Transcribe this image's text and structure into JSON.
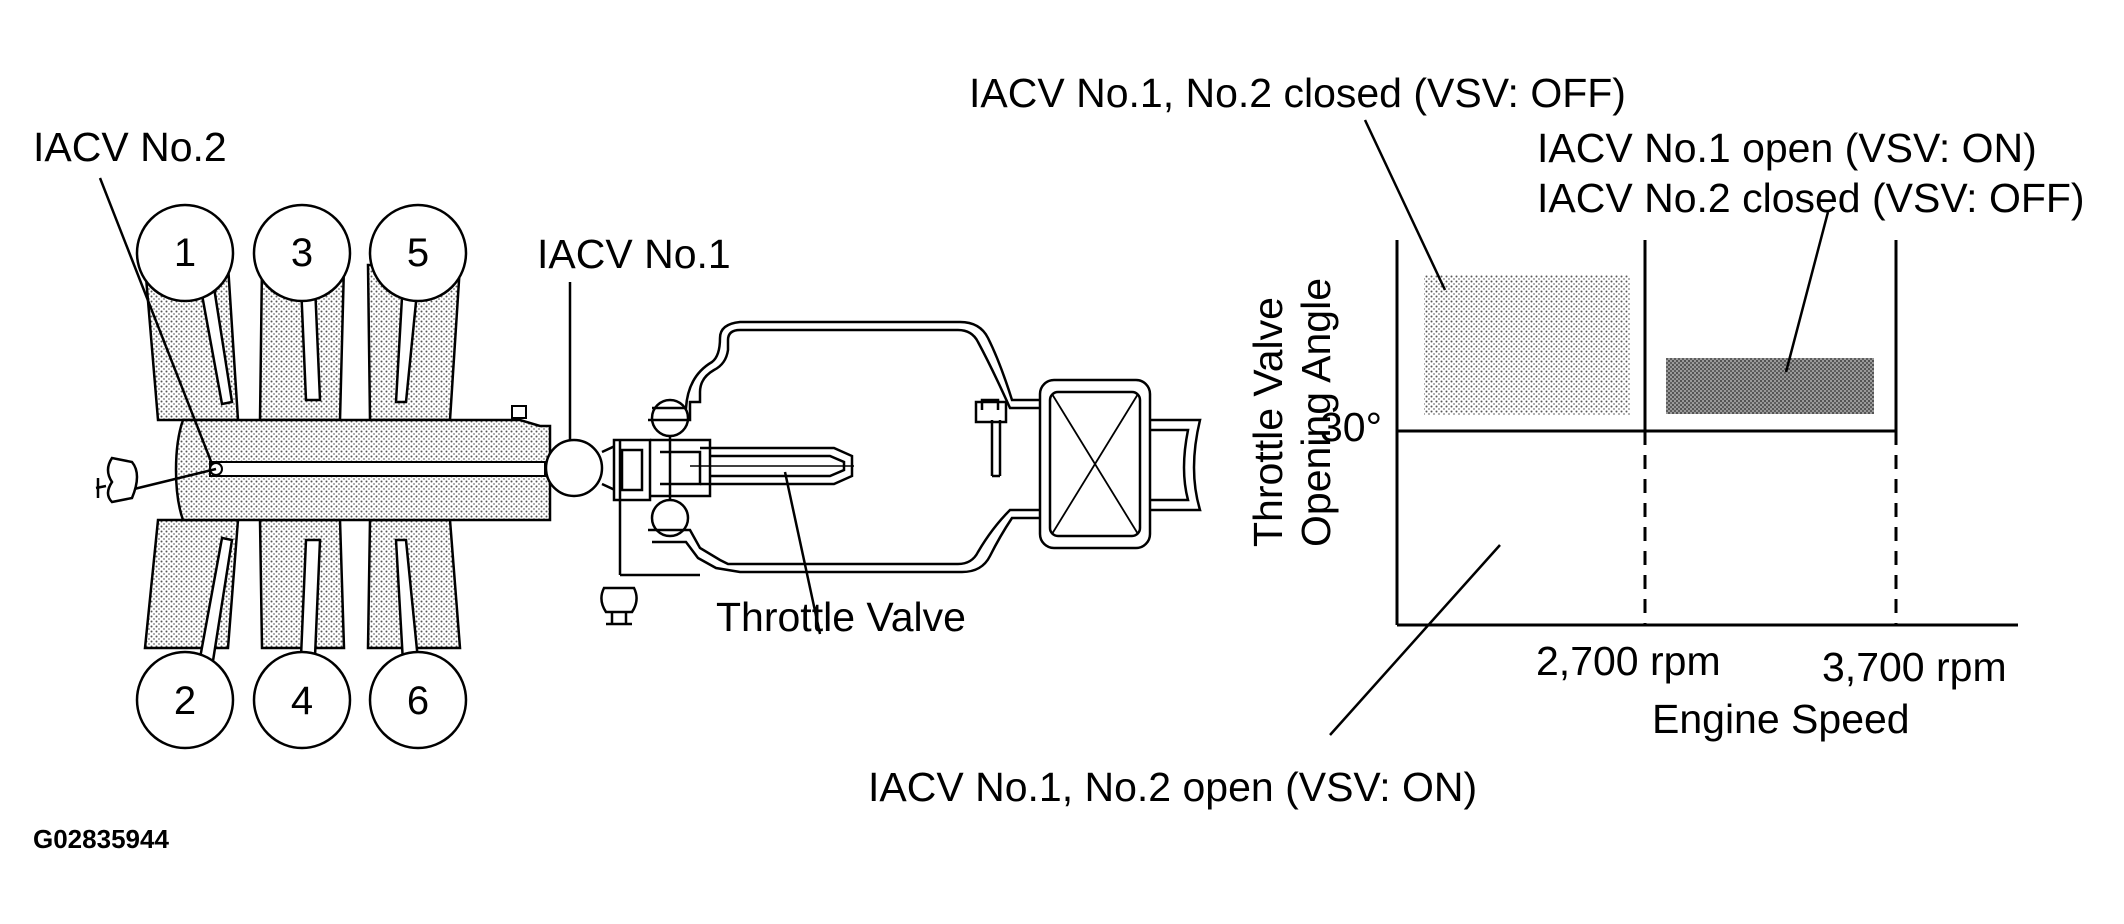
{
  "diagram": {
    "figure_code": "G02835944",
    "engine": {
      "iacv_no2_label": "IACV No.2",
      "iacv_no1_label": "IACV No.1",
      "throttle_valve_label": "Throttle Valve",
      "cylinders_top": [
        "1",
        "3",
        "5"
      ],
      "cylinders_bottom": [
        "2",
        "4",
        "6"
      ]
    },
    "graph": {
      "y_axis_label_line1": "Throttle Valve",
      "y_axis_label_line2": "Opening Angle",
      "y_tick_label": "30°",
      "x_tick_1": "2,700 rpm",
      "x_tick_2": "3,700 rpm",
      "x_axis_label": "Engine Speed",
      "callout_closed": "IACV No.1, No.2 closed (VSV: OFF)",
      "callout_mid_line1": "IACV No.1 open (VSV: ON)",
      "callout_mid_line2": "IACV No.2 closed (VSV: OFF)",
      "callout_open": "IACV No.1, No.2 open (VSV: ON)"
    },
    "colors": {
      "ink": "#000000",
      "shade_light": "#d4d4d4",
      "shade_dark": "#8a8a8a",
      "background": "#ffffff"
    }
  }
}
